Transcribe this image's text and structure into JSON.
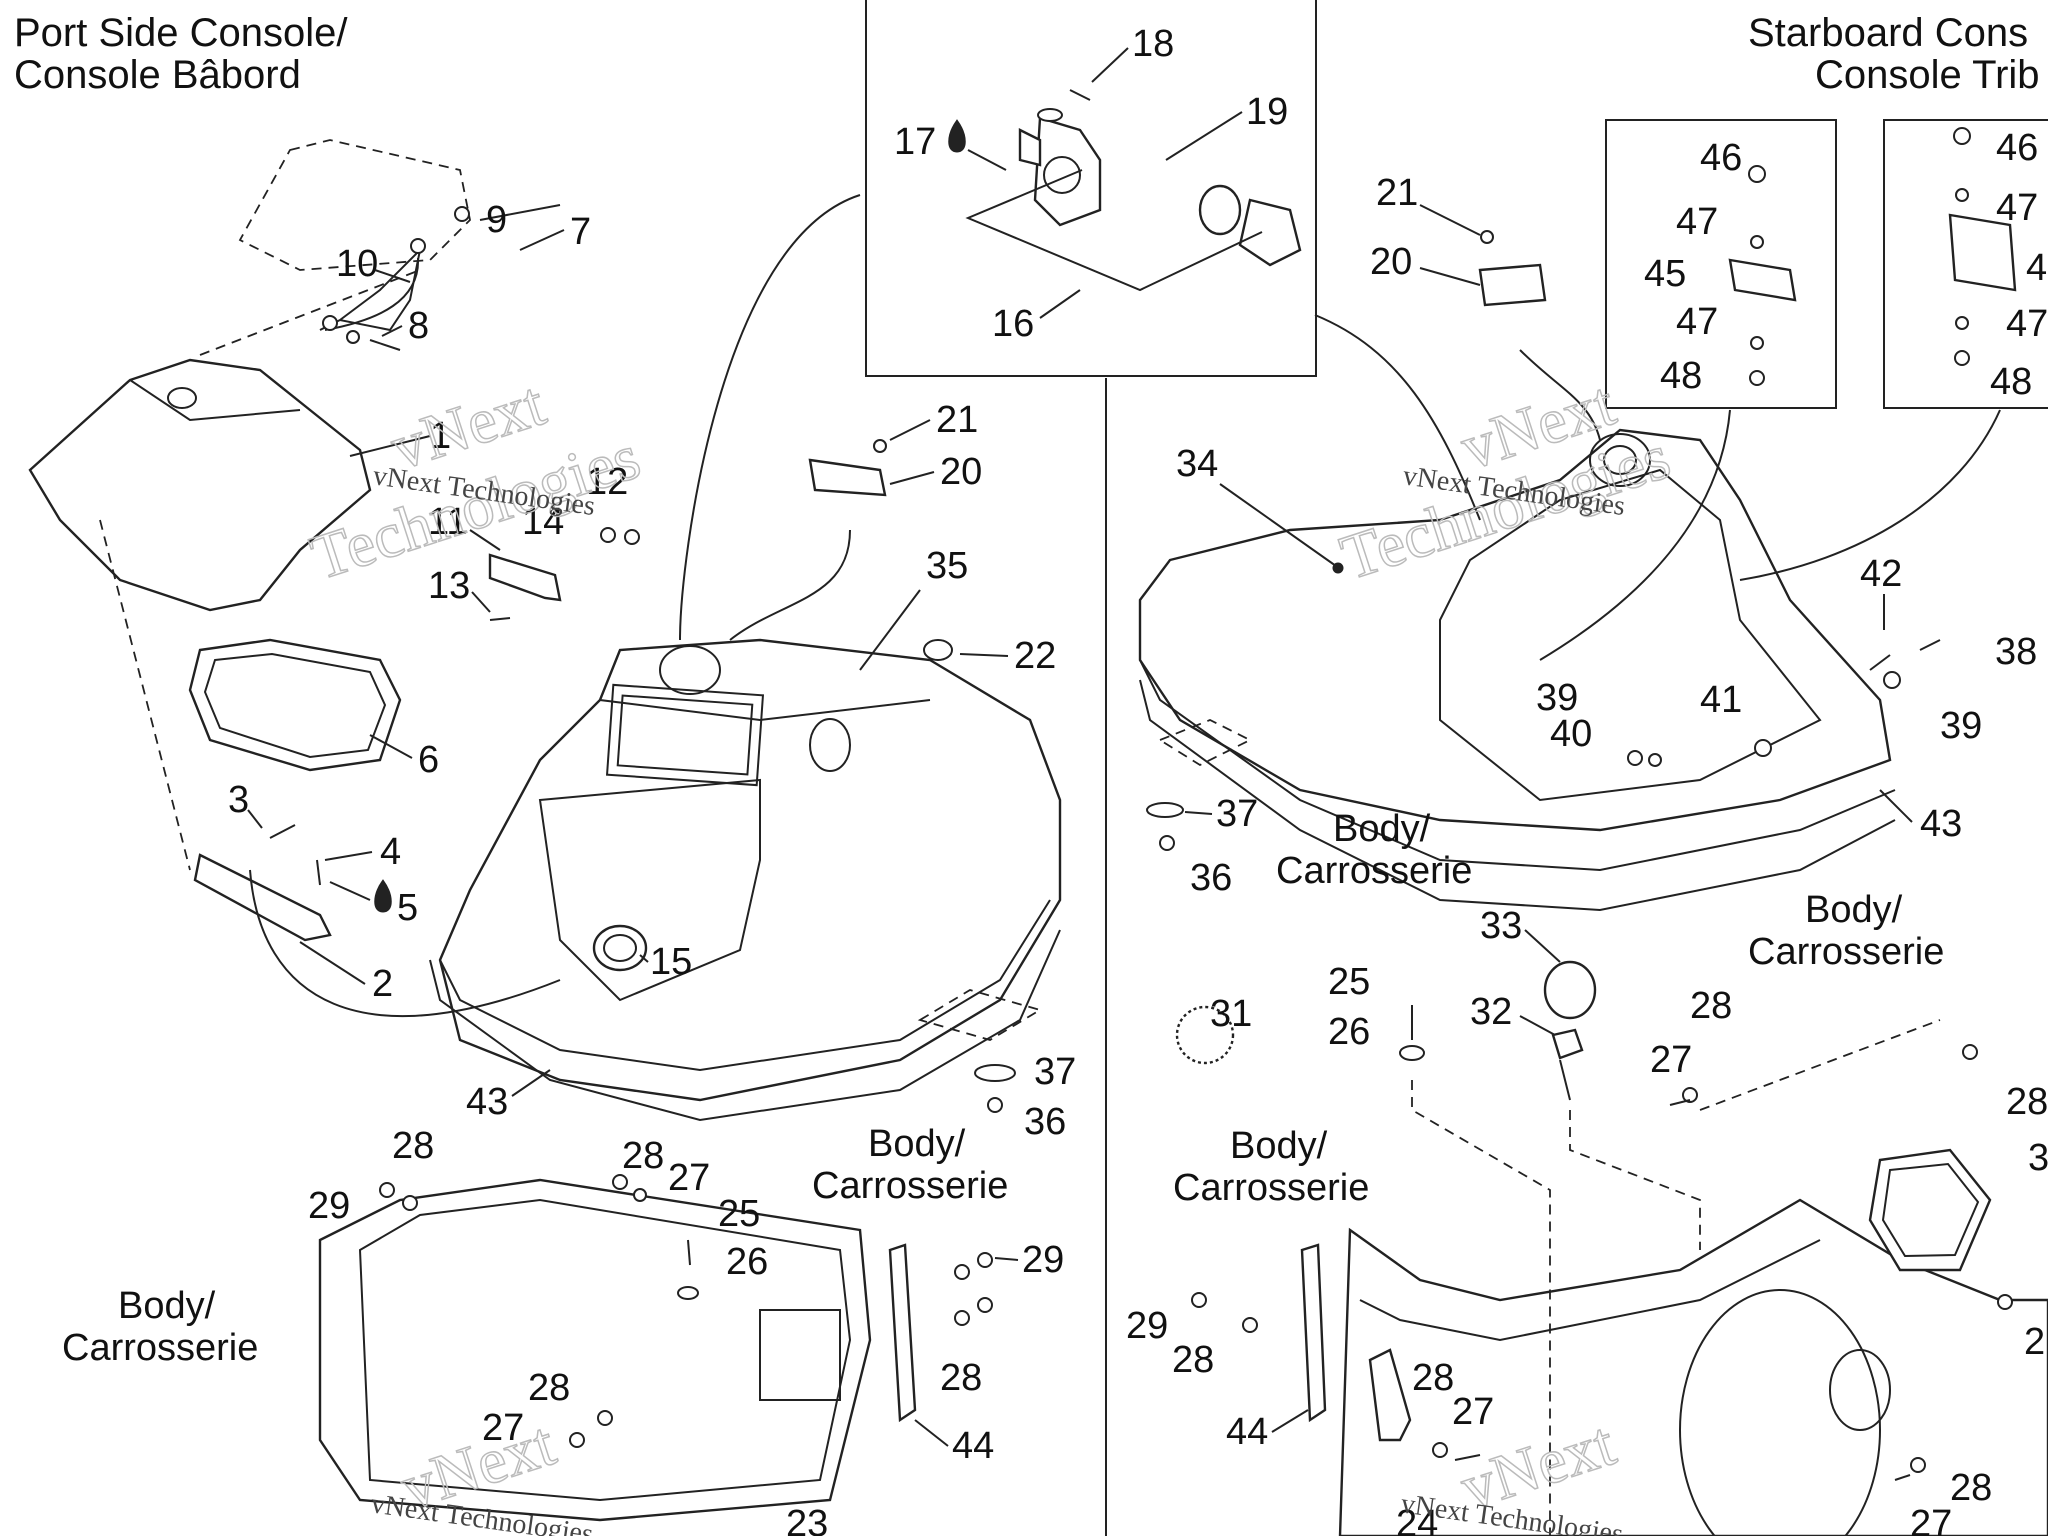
{
  "headers": {
    "port": [
      "Port Side Console/",
      "Console Bâbord"
    ],
    "starboard": [
      "Starboard Cons",
      "Console Trib"
    ]
  },
  "body_label": [
    "Body/",
    "Carrosserie"
  ],
  "watermark": {
    "brand_line1": "vNext",
    "brand_line2": "Technologies",
    "caption": "vNext Technologies"
  },
  "part_numbers": {
    "p1": "1",
    "p2": "2",
    "p3": "3",
    "p4": "4",
    "p5": "5",
    "p6": "6",
    "p7": "7",
    "p8": "8",
    "p9": "9",
    "p10": "10",
    "p11": "11",
    "p12": "12",
    "p13": "13",
    "p14": "14",
    "p15": "15",
    "p16": "16",
    "p17": "17",
    "p18": "18",
    "p19": "19",
    "p20": "20",
    "p21": "21",
    "p22": "22",
    "p23": "23",
    "p24": "24",
    "p25": "25",
    "p26": "26",
    "p27": "27",
    "p28": "28",
    "p29": "29",
    "p30": "3",
    "p31": "31",
    "p32": "32",
    "p33": "33",
    "p34": "34",
    "p35": "35",
    "p36": "36",
    "p37": "37",
    "p38": "38",
    "p39": "39",
    "p40": "40",
    "p41": "41",
    "p42": "42",
    "p43": "43",
    "p44": "44",
    "p45": "45",
    "p46": "46",
    "p47": "47",
    "p48": "48",
    "p4_cut": "4",
    "p2_cut": "2"
  },
  "colors": {
    "ink": "#222222",
    "watermark": "#bbbbbb",
    "background": "#ffffff"
  }
}
